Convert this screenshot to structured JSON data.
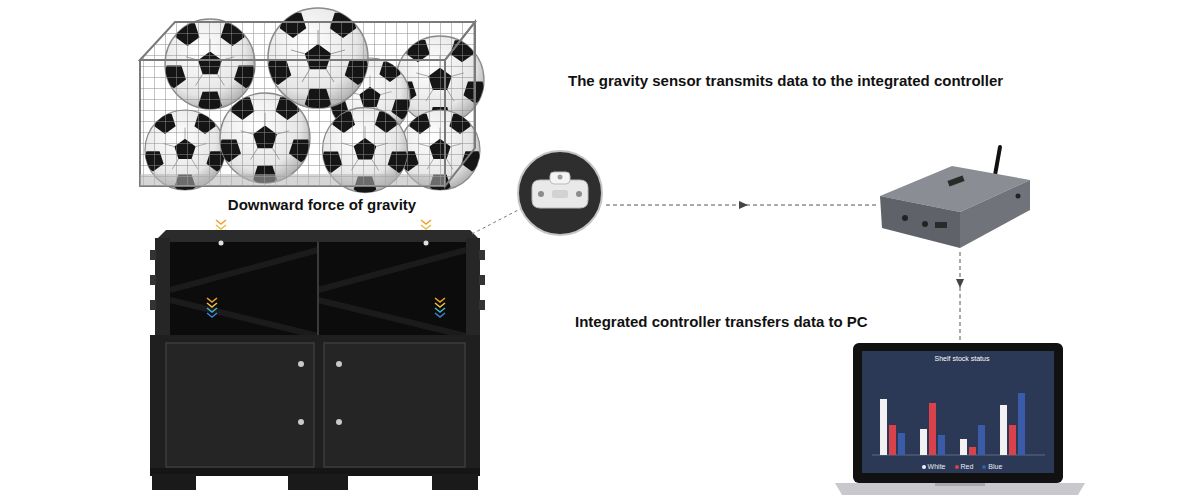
{
  "diagram": {
    "nodes": [
      {
        "text": [
          "Shelf stock status",
          "White",
          "Red",
          "Blue"
        ]
      }
    ],
    "labels": [
      "The gravity sensor transmits data to the integrated controller",
      "Downward force of gravity",
      "Integrated controller transfers data to PC"
    ]
  }
}
